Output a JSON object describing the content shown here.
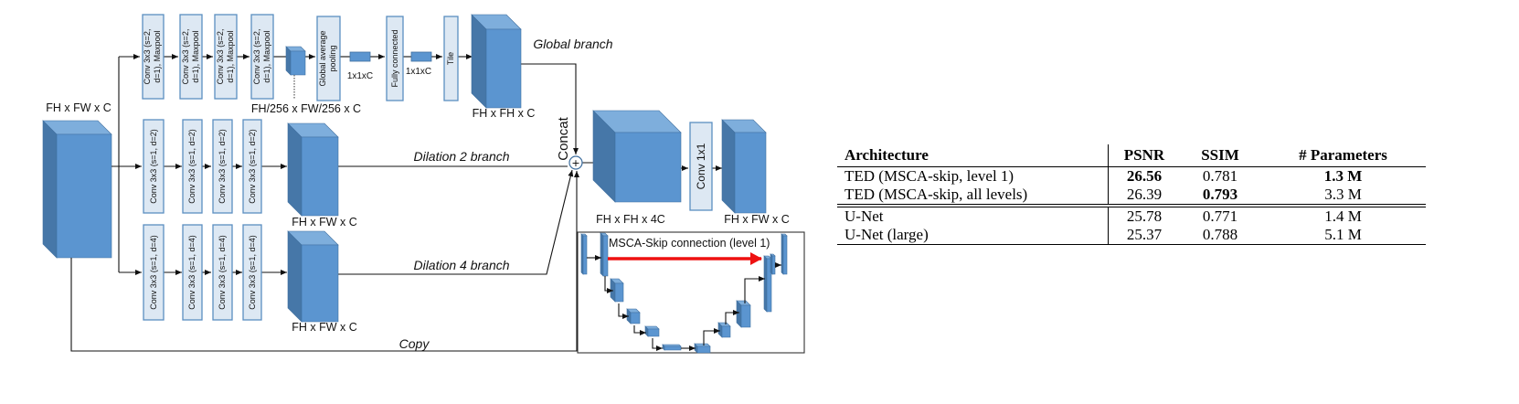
{
  "colors": {
    "cube_front": "#5b95d0",
    "cube_top": "#7eaedc",
    "cube_side": "#4677a8",
    "box_fill": "#dde8f3",
    "box_stroke": "#5b8ec1",
    "skip_arrow": "#ee1111"
  },
  "input": {
    "label": "FH x FW x C"
  },
  "global_branch": {
    "label": "Global branch",
    "convs": [
      {
        "line1": "Conv 3x3 (s=2,",
        "line2": "d=1), Maxpool"
      },
      {
        "line1": "Conv 3x3 (s=2,",
        "line2": "d=1), Maxpool"
      },
      {
        "line1": "Conv 3x3 (s=2,",
        "line2": "d=1), Maxpool"
      },
      {
        "line1": "Conv 3x3 (s=2,",
        "line2": "d=1), Maxpool"
      }
    ],
    "feature_label": "FH/256 x FW/256 x C",
    "gap": {
      "line1": "Global average",
      "line2": "pooling"
    },
    "vec1_label": "1x1xC",
    "fc": "Fully connected",
    "vec2_label": "1x1xC",
    "tile": "Tile",
    "output_label": "FH x FH x C"
  },
  "dilation2": {
    "label": "Dilation 2 branch",
    "convs": [
      "Conv 3x3 (s=1, d=2)",
      "Conv 3x3 (s=1, d=2)",
      "Conv 3x3 (s=1, d=2)",
      "Conv 3x3 (s=1, d=2)"
    ],
    "output_label": "FH x FW x C"
  },
  "dilation4": {
    "label": "Dilation 4 branch",
    "convs": [
      "Conv 3x3 (s=1, d=4)",
      "Conv 3x3 (s=1, d=4)",
      "Conv 3x3 (s=1, d=4)",
      "Conv 3x3 (s=1, d=4)"
    ],
    "output_label": "FH x FW x C"
  },
  "copy_label": "Copy",
  "concat": {
    "label": "Concat",
    "symbol": "+",
    "output_label": "FH x FH x 4C"
  },
  "conv1x1": "Conv 1x1",
  "final_output_label": "FH x FW x C",
  "inset": {
    "title": "MSCA-Skip connection (level 1)"
  },
  "table": {
    "headers": [
      "Architecture",
      "PSNR",
      "SSIM",
      "# Parameters"
    ],
    "rows": [
      {
        "architecture": "TED (MSCA-skip, level 1)",
        "psnr": "26.56",
        "ssim": "0.781",
        "params": "1.3 M",
        "bold": [
          "psnr",
          "params"
        ]
      },
      {
        "architecture": "TED (MSCA-skip, all levels)",
        "psnr": "26.39",
        "ssim": "0.793",
        "params": "3.3 M",
        "bold": [
          "ssim"
        ]
      },
      {
        "architecture": "U-Net",
        "psnr": "25.78",
        "ssim": "0.771",
        "params": "1.4 M",
        "bold": []
      },
      {
        "architecture": "U-Net (large)",
        "psnr": "25.37",
        "ssim": "0.788",
        "params": "5.1 M",
        "bold": []
      }
    ]
  }
}
